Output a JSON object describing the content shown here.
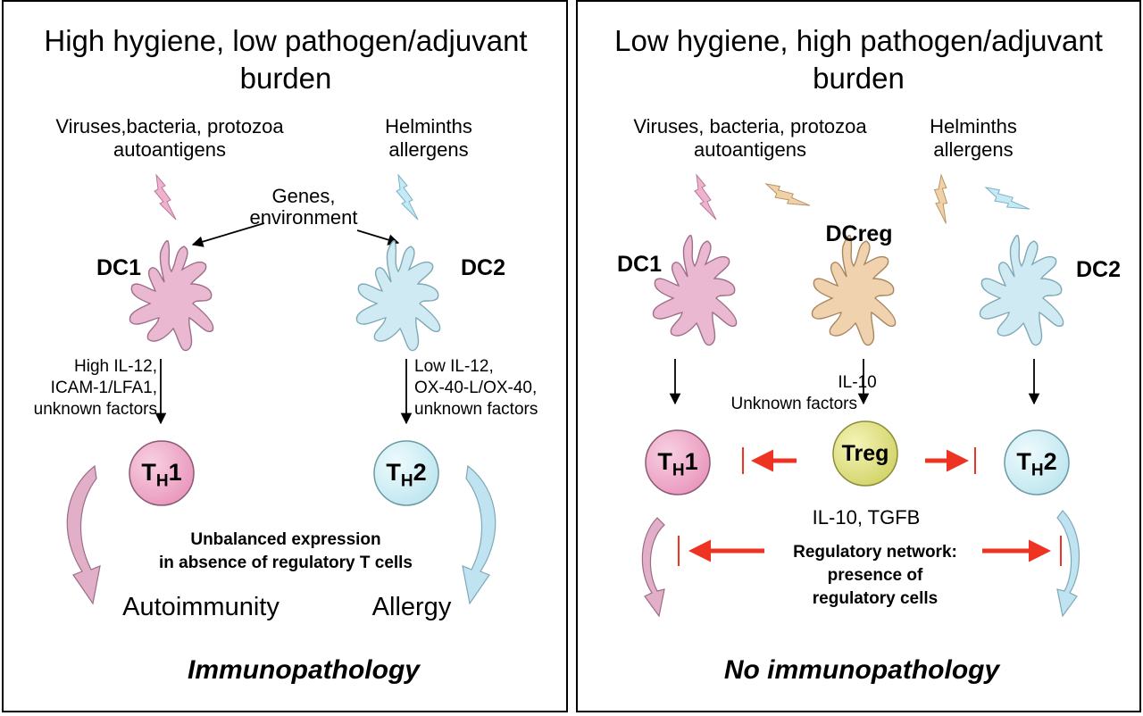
{
  "left": {
    "title_line1": "High hygiene, low pathogen/adjuvant",
    "title_line2": "burden",
    "source_left_line1": "Viruses,bacteria, protozoa",
    "source_left_line2": "autoantigens",
    "source_right_line1": "Helminths",
    "source_right_line2": "allergens",
    "genes_line1": "Genes,",
    "genes_line2": "environment",
    "dc1_label": "DC1",
    "dc2_label": "DC2",
    "dc1_factors_line1": "High IL-12,",
    "dc1_factors_line2": "ICAM-1/LFA1,",
    "dc1_factors_line3": "unknown factors",
    "dc2_factors_line1": "Low IL-12,",
    "dc2_factors_line2": "OX-40-L/OX-40,",
    "dc2_factors_line3": "unknown factors",
    "th1_main": "T",
    "th1_sub": "H",
    "th1_num": "1",
    "th2_main": "T",
    "th2_sub": "H",
    "th2_num": "2",
    "unbalanced_line1": "Unbalanced expression",
    "unbalanced_line2": "in absence of regulatory T cells",
    "outcome_left": "Autoimmunity",
    "outcome_right": "Allergy",
    "verdict": "Immunopathology"
  },
  "right": {
    "title_line1": "Low hygiene, high pathogen/adjuvant",
    "title_line2": "burden",
    "source_left_line1": "Viruses, bacteria, protozoa",
    "source_left_line2": "autoantigens",
    "source_right_line1": "Helminths",
    "source_right_line2": "allergens",
    "dc1_label": "DC1",
    "dcreg_label": "DCreg",
    "dc2_label": "DC2",
    "dcreg_factors_line1": "IL-10",
    "dcreg_factors_line2": "Unknown factors",
    "th1_main": "T",
    "th1_sub": "H",
    "th1_num": "1",
    "treg_label": "Treg",
    "th2_main": "T",
    "th2_sub": "H",
    "th2_num": "2",
    "cytokines": "IL-10, TGFB",
    "network_line1": "Regulatory network:",
    "network_line2": "presence of",
    "network_line3": "regulatory cells",
    "verdict": "No immunopathology"
  },
  "colors": {
    "dc1_pink": "#ebb8d2",
    "dc2_blue": "#cfeaf3",
    "dcreg_tan": "#f0d2ae",
    "th1_fill": "#f3aacb",
    "th2_fill": "#d9f2f7",
    "treg_fill": "#e4e58a",
    "inhibit_red": "#ee3322",
    "bolt_pink": "#efb3cf",
    "bolt_blue": "#c6e9f6",
    "bolt_tan": "#f1d2a8"
  }
}
